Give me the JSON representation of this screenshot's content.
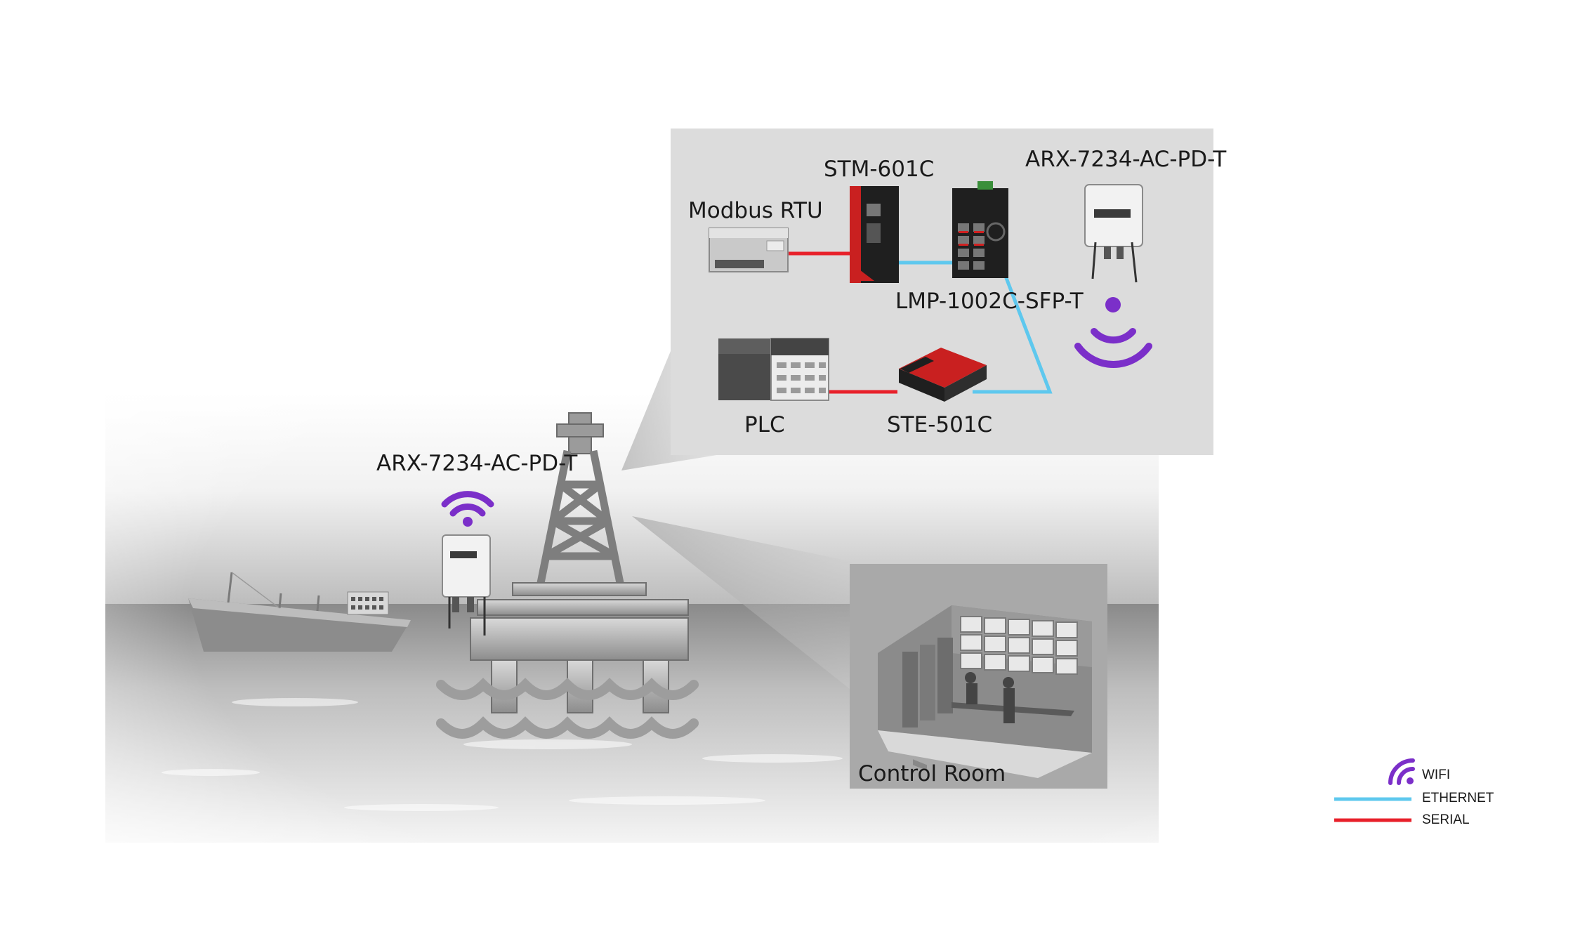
{
  "scene": {
    "platform_device_label": "ARX-7234-AC-PD-T",
    "control_room_label": "Control Room"
  },
  "callout": {
    "stm_label": "STM-601C",
    "modbus_label": "Modbus RTU",
    "arx_label": "ARX-7234-AC-PD-T",
    "lmp_label": "LMP-1002C-SFP-T",
    "plc_label": "PLC",
    "ste_label": "STE-501C"
  },
  "legend": {
    "wifi": "WIFI",
    "ethernet": "ETHERNET",
    "serial": "SERIAL"
  },
  "colors": {
    "wifi": "#7b2fc9",
    "ethernet": "#5ec8ee",
    "serial": "#e8202a",
    "callout_bg": "#dcdcdc"
  },
  "icons": [
    "wifi-icon",
    "ethernet-line",
    "serial-line",
    "ship",
    "oil-platform",
    "control-room"
  ]
}
